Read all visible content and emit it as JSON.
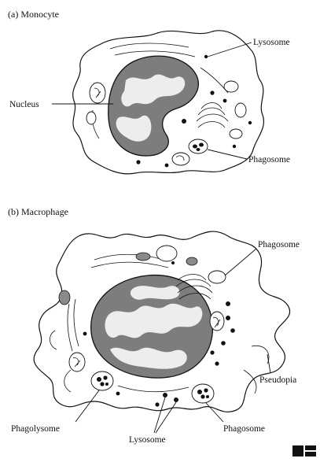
{
  "panels": [
    {
      "title": "(a) Monocyte",
      "labels": {
        "lysosome": "Lysosome",
        "nucleus": "Nucleus",
        "phagosome": "Phagosome"
      }
    },
    {
      "title": "(b) Macrophage",
      "labels": {
        "phagosome_top": "Phagosome",
        "pseudopia": "Pseudopia",
        "phagolysome": "Phagolysome",
        "lysosome": "Lysosome",
        "phagosome_bottom": "Phagosome"
      }
    }
  ]
}
